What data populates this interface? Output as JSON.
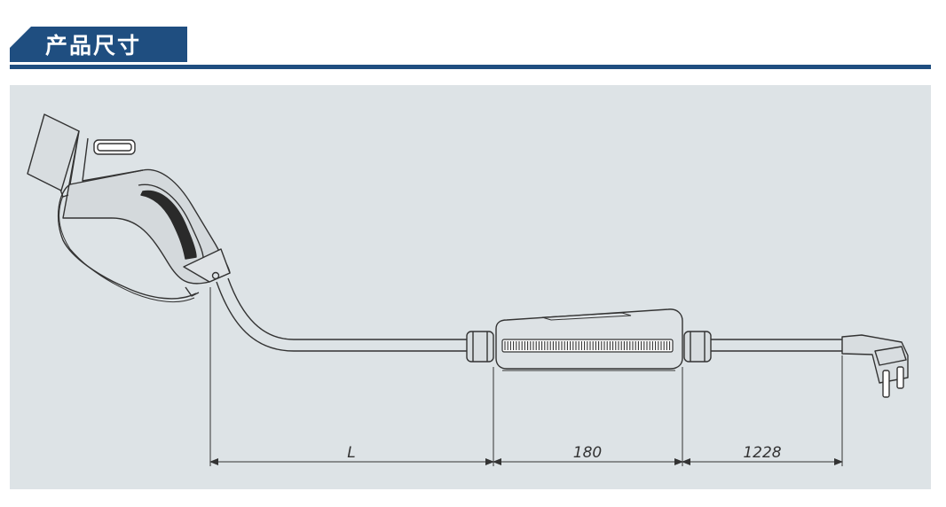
{
  "header": {
    "title": "产品尺寸",
    "accent_color": "#1f4e80"
  },
  "panel": {
    "background": "#dde3e6"
  },
  "dimensions": {
    "length": {
      "label": "L"
    },
    "box": {
      "label": "180"
    },
    "cable": {
      "label": "1228"
    }
  }
}
